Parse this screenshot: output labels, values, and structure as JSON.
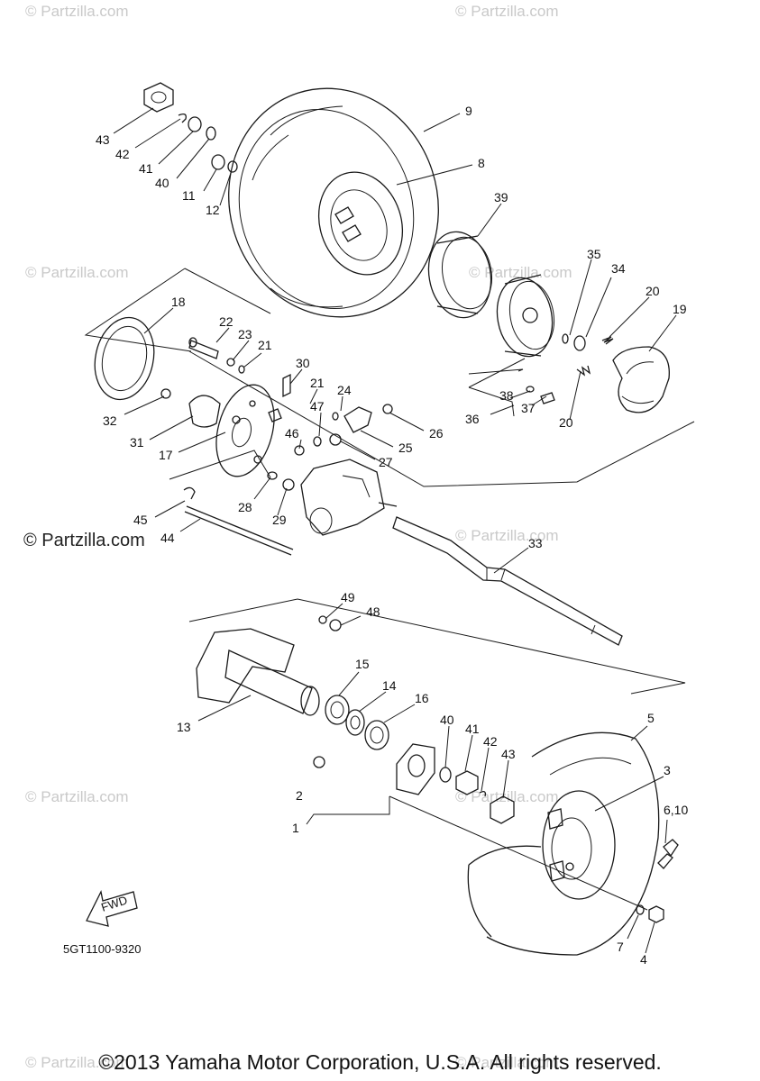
{
  "watermarks": {
    "faint": "© Partzilla.com",
    "main": "© Partzilla.com"
  },
  "diagram_code": "5GT1100-9320",
  "fwd_label": "FWD",
  "copyright": "©2013 Yamaha Motor Corporation, U.S.A. All rights reserved.",
  "callouts": [
    {
      "id": "c43a",
      "text": "43"
    },
    {
      "id": "c42a",
      "text": "42"
    },
    {
      "id": "c41a",
      "text": "41"
    },
    {
      "id": "c40a",
      "text": "40"
    },
    {
      "id": "c11",
      "text": "11"
    },
    {
      "id": "c12",
      "text": "12"
    },
    {
      "id": "c9",
      "text": "9"
    },
    {
      "id": "c8",
      "text": "8"
    },
    {
      "id": "c39",
      "text": "39"
    },
    {
      "id": "c35",
      "text": "35"
    },
    {
      "id": "c34",
      "text": "34"
    },
    {
      "id": "c20a",
      "text": "20"
    },
    {
      "id": "c19",
      "text": "19"
    },
    {
      "id": "c18",
      "text": "18"
    },
    {
      "id": "c22",
      "text": "22"
    },
    {
      "id": "c23",
      "text": "23"
    },
    {
      "id": "c21a",
      "text": "21"
    },
    {
      "id": "c30",
      "text": "30"
    },
    {
      "id": "c21b",
      "text": "21"
    },
    {
      "id": "c24",
      "text": "24"
    },
    {
      "id": "c47",
      "text": "47"
    },
    {
      "id": "c46",
      "text": "46"
    },
    {
      "id": "c26",
      "text": "26"
    },
    {
      "id": "c25",
      "text": "25"
    },
    {
      "id": "c27",
      "text": "27"
    },
    {
      "id": "c38",
      "text": "38"
    },
    {
      "id": "c37",
      "text": "37"
    },
    {
      "id": "c36",
      "text": "36"
    },
    {
      "id": "c20b",
      "text": "20"
    },
    {
      "id": "c32",
      "text": "32"
    },
    {
      "id": "c31",
      "text": "31"
    },
    {
      "id": "c17",
      "text": "17"
    },
    {
      "id": "c28",
      "text": "28"
    },
    {
      "id": "c29",
      "text": "29"
    },
    {
      "id": "c45",
      "text": "45"
    },
    {
      "id": "c44",
      "text": "44"
    },
    {
      "id": "c33",
      "text": "33"
    },
    {
      "id": "c49",
      "text": "49"
    },
    {
      "id": "c48",
      "text": "48"
    },
    {
      "id": "c15",
      "text": "15"
    },
    {
      "id": "c14",
      "text": "14"
    },
    {
      "id": "c16",
      "text": "16"
    },
    {
      "id": "c13",
      "text": "13"
    },
    {
      "id": "c40b",
      "text": "40"
    },
    {
      "id": "c41b",
      "text": "41"
    },
    {
      "id": "c42b",
      "text": "42"
    },
    {
      "id": "c43b",
      "text": "43"
    },
    {
      "id": "c5",
      "text": "5"
    },
    {
      "id": "c3",
      "text": "3"
    },
    {
      "id": "c610",
      "text": "6,10"
    },
    {
      "id": "c2",
      "text": "2"
    },
    {
      "id": "c1",
      "text": "1"
    },
    {
      "id": "c7",
      "text": "7"
    },
    {
      "id": "c4",
      "text": "4"
    }
  ]
}
